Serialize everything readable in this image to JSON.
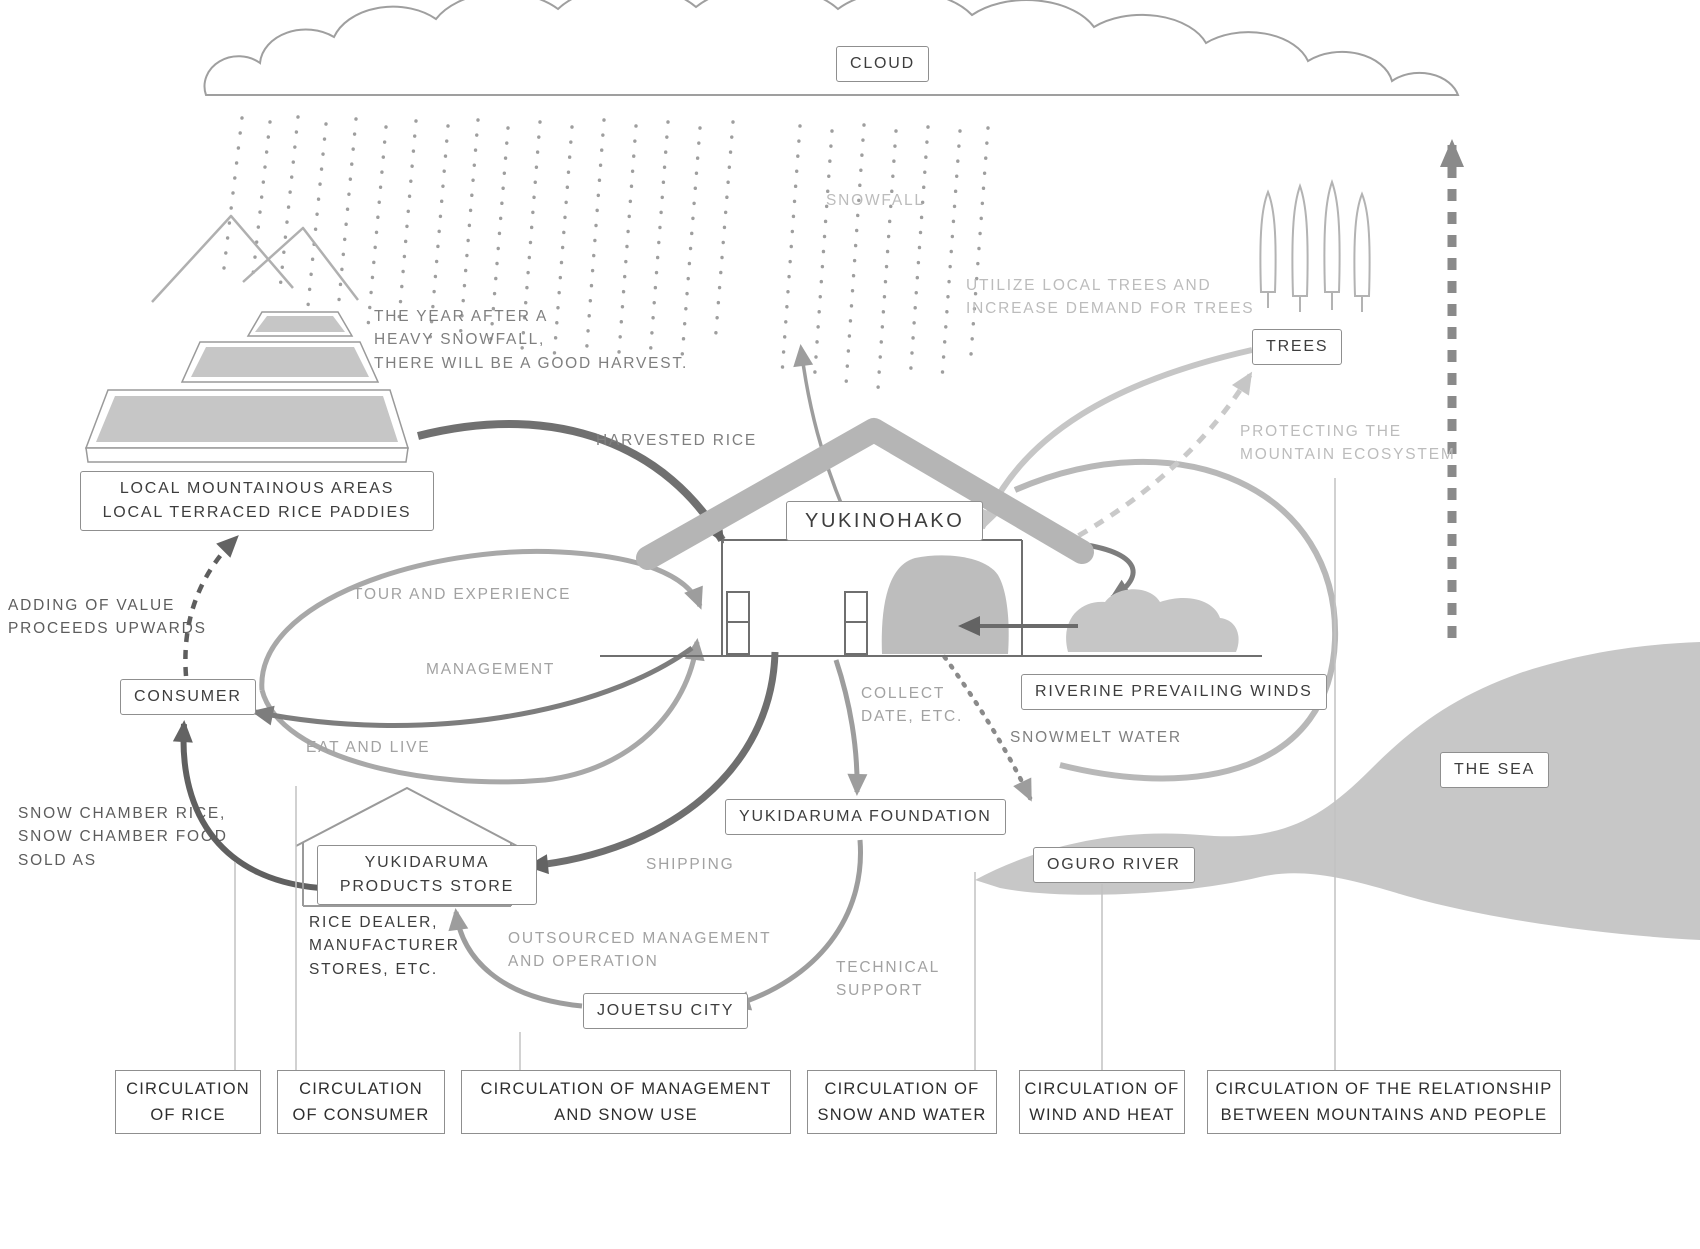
{
  "title": "YUKINOHAKO circulation diagram",
  "nodes": {
    "cloud": "CLOUD",
    "trees": "TREES",
    "paddies": "LOCAL MOUNTAINOUS AREAS\nLOCAL TERRACED RICE PADDIES",
    "yukinohako": "YUKINOHAKO",
    "consumer": "CONSUMER",
    "riverine_winds": "RIVERINE PREVAILING WINDS",
    "foundation": "YUKIDARUMA FOUNDATION",
    "oguro_river": "OGURO RIVER",
    "the_sea": "THE SEA",
    "products_store": "YUKIDARUMA\nPRODUCTS STORE",
    "jouetsu_city": "JOUETSU CITY"
  },
  "annotations": {
    "snowfall": "SNOWFALL",
    "harvest_note": "THE YEAR AFTER A\nHEAVY SNOWFALL,\nTHERE WILL BE A GOOD HARVEST.",
    "utilize_trees": "UTILIZE LOCAL TREES AND\nINCREASE DEMAND FOR TREES",
    "protecting_ecosystem": "PROTECTING THE\nMOUNTAIN ECOSYSTEM",
    "harvested_rice": "HARVESTED RICE",
    "tour_experience": "TOUR AND EXPERIENCE",
    "management": "MANAGEMENT",
    "adding_value": "ADDING OF VALUE\nPROCEEDS UPWARDS",
    "eat_live": "EAT AND LIVE",
    "collect_data": "COLLECT\nDATE, ETC.",
    "snowmelt": "SNOWMELT WATER",
    "snow_chamber": "SNOW CHAMBER RICE,\nSNOW CHAMBER FOOD\nSOLD AS",
    "shipping": "SHIPPING",
    "rice_dealer": "RICE DEALER,\nMANUFACTURER\nSTORES, ETC.",
    "outsourced": "OUTSOURCED MANAGEMENT\nAND OPERATION",
    "technical_support": "TECHNICAL\nSUPPORT"
  },
  "legend": [
    {
      "label": "CIRCULATION\nOF RICE"
    },
    {
      "label": "CIRCULATION\nOF CONSUMER"
    },
    {
      "label": "CIRCULATION OF MANAGEMENT\nAND SNOW USE"
    },
    {
      "label": "CIRCULATION OF\nSNOW AND WATER"
    },
    {
      "label": "CIRCULATION OF\nWIND AND HEAT"
    },
    {
      "label": "CIRCULATION OF THE RELATIONSHIP\nBETWEEN MOUNTAINS AND PEOPLE"
    }
  ],
  "colors": {
    "dark_arrow": "#636363",
    "mid_arrow": "#7d7d7d",
    "gray_arrow": "#9d9d9d",
    "light_arrow": "#c6c6c6",
    "shape_fill": "#c6c6c6",
    "annotation_gray": "#a2a2a2",
    "box_border": "#8f8f8f"
  }
}
